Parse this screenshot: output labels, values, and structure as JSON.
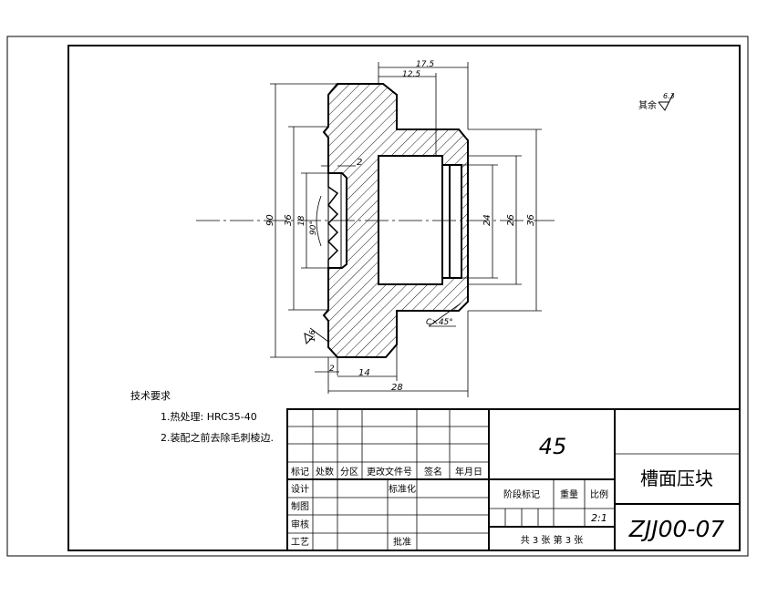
{
  "dimensions": {
    "d_17_5": "17.5",
    "d_12_5": "12.5",
    "d_90": "90",
    "d_36_left": "36",
    "d_18": "18",
    "d_90deg": "90°",
    "d_2_top": "2",
    "d_24": "24",
    "d_26": "26",
    "d_36_right": "36",
    "d_chamfer": "C×45°",
    "d_2_bottom": "2",
    "d_14": "14",
    "d_28": "28"
  },
  "roughness": {
    "rest_label": "其余",
    "rest_value": "6.3",
    "local_value": "1.6"
  },
  "tech_requirements": {
    "title": "技术要求",
    "item1": "1.热处理: HRC35-40",
    "item2": "2.装配之前去除毛刺棱边."
  },
  "title_block": {
    "material": "45",
    "part_name": "槽面压块",
    "drawing_no": "ZJJ00-07",
    "headers": {
      "mark": "标记",
      "count": "处数",
      "zone": "分区",
      "change_doc": "更改文件号",
      "sign": "签名",
      "date": "年月日"
    },
    "roles": {
      "design": "设计",
      "standardize": "标准化",
      "draw": "制图",
      "review": "审核",
      "process": "工艺",
      "approve": "批准"
    },
    "stage_mark": "阶段标记",
    "weight": "重量",
    "scale_label": "比例",
    "scale_value": "2:1",
    "sheets": "共 3 张  第 3 张"
  }
}
